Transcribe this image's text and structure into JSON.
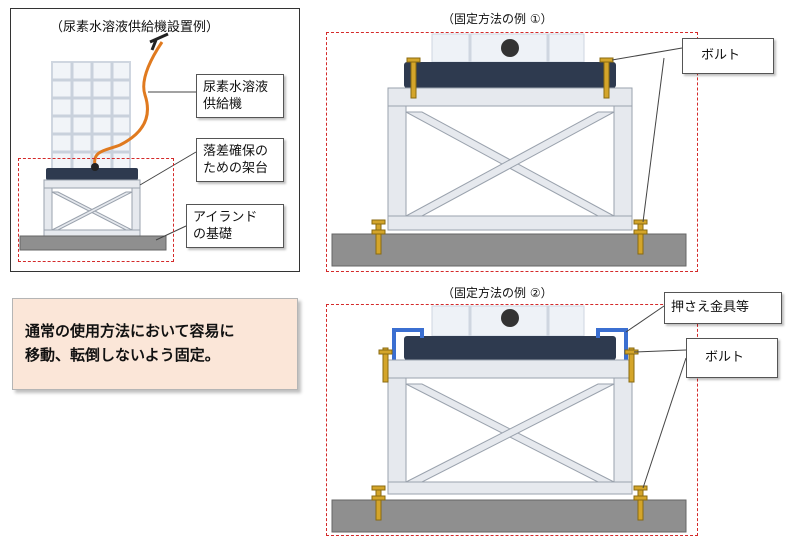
{
  "left_panel": {
    "title": "（尿素水溶液供給機設置例）",
    "callout_supply_line1": "尿素水溶液",
    "callout_supply_line2": "供給機",
    "callout_stand_line1": "落差確保の",
    "callout_stand_line2": "ための架台",
    "callout_foundation_line1": "アイランド",
    "callout_foundation_line2": "の基礎"
  },
  "note": {
    "line1": "通常の使用方法において容易に",
    "line2": "移動、転倒しないよう固定。"
  },
  "example1": {
    "caption": "（固定方法の例 ①）",
    "bolt_label": "ボルト"
  },
  "example2": {
    "caption": "（固定方法の例 ②）",
    "clamp_label": "押さえ金具等",
    "bolt_label": "ボルト"
  },
  "colors": {
    "dash": "#d42a2a",
    "frame": "#e6e9ee",
    "frame_edge": "#9aa2ad",
    "tank": "#2e3a4f",
    "foundation": "#8f8f8f",
    "bolt": "#d4a52a",
    "hose": "#e07a1f",
    "clamp": "#3b6fd1",
    "note_bg": "#fbe6d8"
  }
}
